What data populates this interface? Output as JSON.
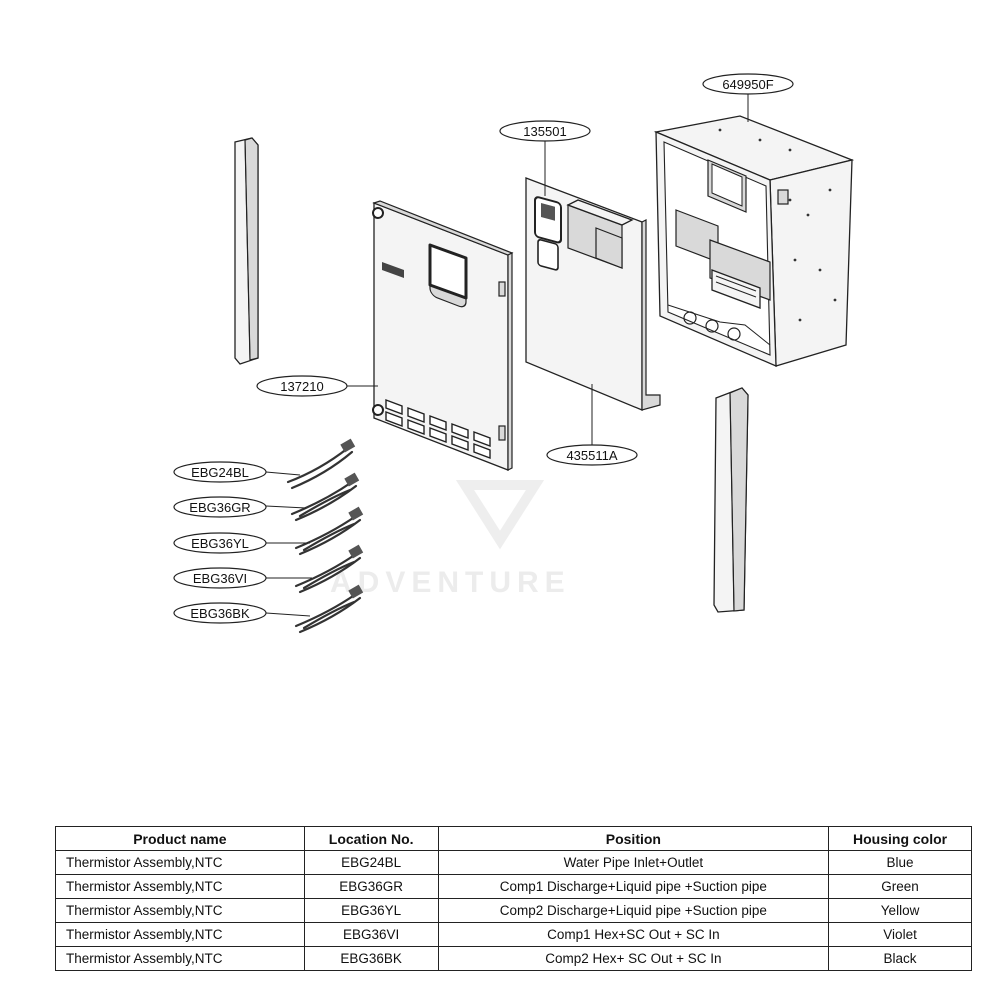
{
  "callouts": {
    "cabinet": "649950F",
    "control_panel": "135501",
    "front_cover": "137210",
    "inner_panel": "435511A",
    "thermistor_1": "EBG24BL",
    "thermistor_2": "EBG36GR",
    "thermistor_3": "EBG36YL",
    "thermistor_4": "EBG36VI",
    "thermistor_5": "EBG36BK"
  },
  "table": {
    "headers": [
      "Product name",
      "Location No.",
      "Position",
      "Housing color"
    ],
    "rows": [
      [
        "Thermistor Assembly,NTC",
        "EBG24BL",
        "Water Pipe Inlet+Outlet",
        "Blue"
      ],
      [
        "Thermistor Assembly,NTC",
        "EBG36GR",
        "Comp1 Discharge+Liquid pipe +Suction pipe",
        "Green"
      ],
      [
        "Thermistor Assembly,NTC",
        "EBG36YL",
        "Comp2 Discharge+Liquid pipe +Suction pipe",
        "Yellow"
      ],
      [
        "Thermistor Assembly,NTC",
        "EBG36VI",
        "Comp1 Hex+SC Out + SC In",
        "Violet"
      ],
      [
        "Thermistor Assembly,NTC",
        "EBG36BK",
        "Comp2 Hex+ SC Out + SC In",
        "Black"
      ]
    ]
  }
}
